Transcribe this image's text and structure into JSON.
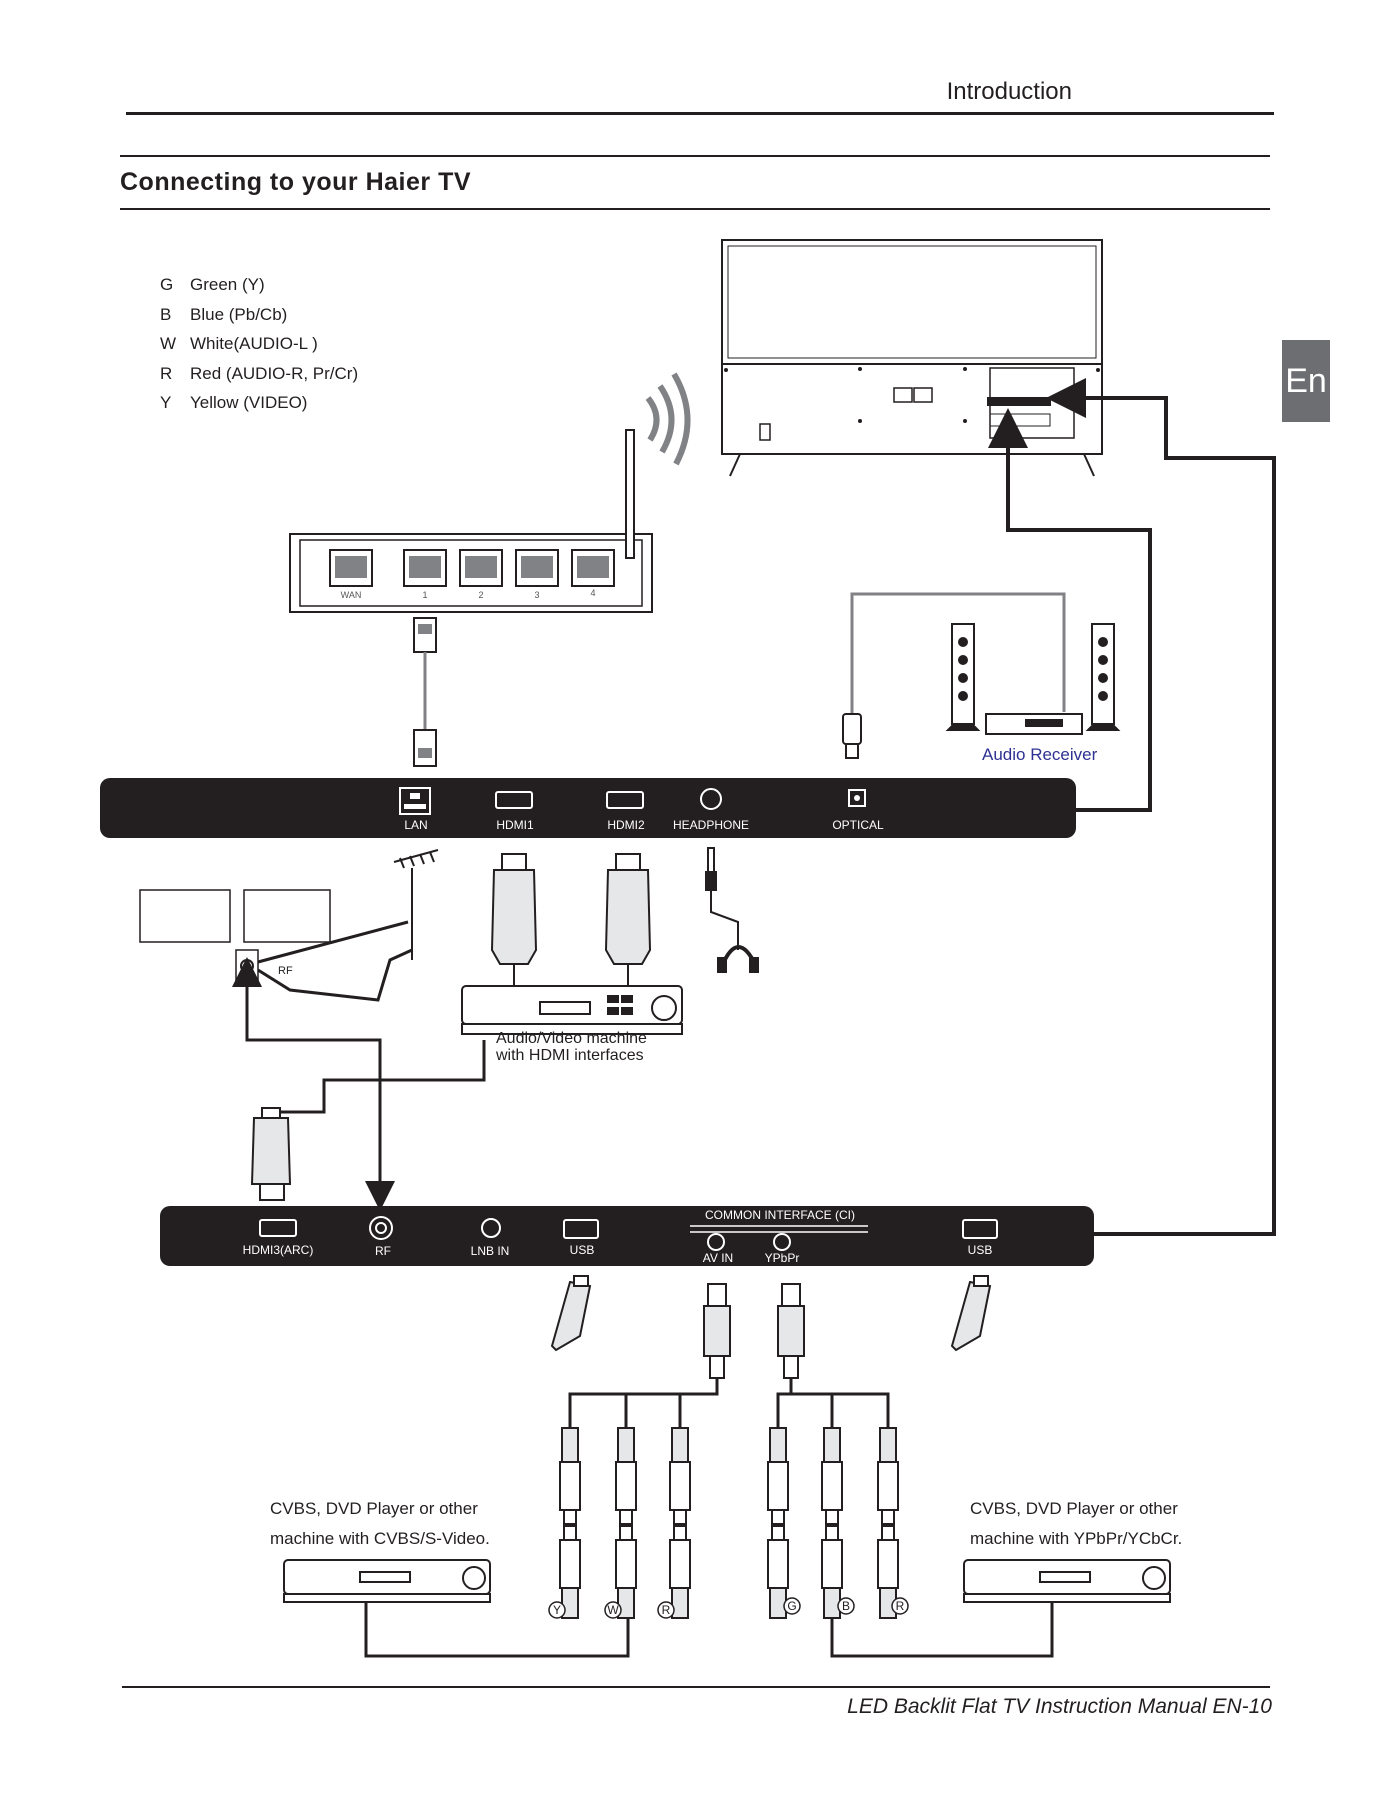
{
  "header": {
    "section": "Introduction"
  },
  "title": "Connecting to your Haier TV",
  "language_tab": "En",
  "legend": [
    {
      "key": "G",
      "text": "Green (Y)"
    },
    {
      "key": "B",
      "text": "Blue (Pb/Cb)"
    },
    {
      "key": "W",
      "text": "White(AUDIO-L )"
    },
    {
      "key": "R",
      "text": "Red (AUDIO-R, Pr/Cr)"
    },
    {
      "key": "Y",
      "text": "Yellow (VIDEO)"
    }
  ],
  "router_ports": [
    "WAN",
    "1",
    "2",
    "3",
    "4"
  ],
  "top_panel": {
    "lan": "LAN",
    "hdmi1": "HDMI1",
    "hdmi2": "HDMI2",
    "headphone": "HEADPHONE",
    "optical": "OPTICAL"
  },
  "bottom_panel": {
    "hdmi3": "HDMI3(ARC)",
    "rf": "RF",
    "lnb": "LNB IN",
    "usb1": "USB",
    "ci": "COMMON INTERFACE (CI)",
    "avin": "AV IN",
    "ypbpr": "YPbPr",
    "usb2": "USB"
  },
  "antenna_rf": "RF",
  "audio_receiver": "Audio Receiver",
  "av_machine": {
    "line1": "Audio/Video machine",
    "line2": "with HDMI interfaces"
  },
  "cvbs_left": {
    "line1": "CVBS, DVD  Player or other",
    "line2": "machine with CVBS/S-Video."
  },
  "cvbs_right": {
    "line1": "CVBS, DVD  Player or other",
    "line2": "machine with YPbPr/YCbCr."
  },
  "plug_letters_left": [
    "Y",
    "W",
    "R"
  ],
  "plug_letters_right": [
    "G",
    "B",
    "R"
  ],
  "footer": "LED Backlit Flat TV Instruction Manual EN-10"
}
